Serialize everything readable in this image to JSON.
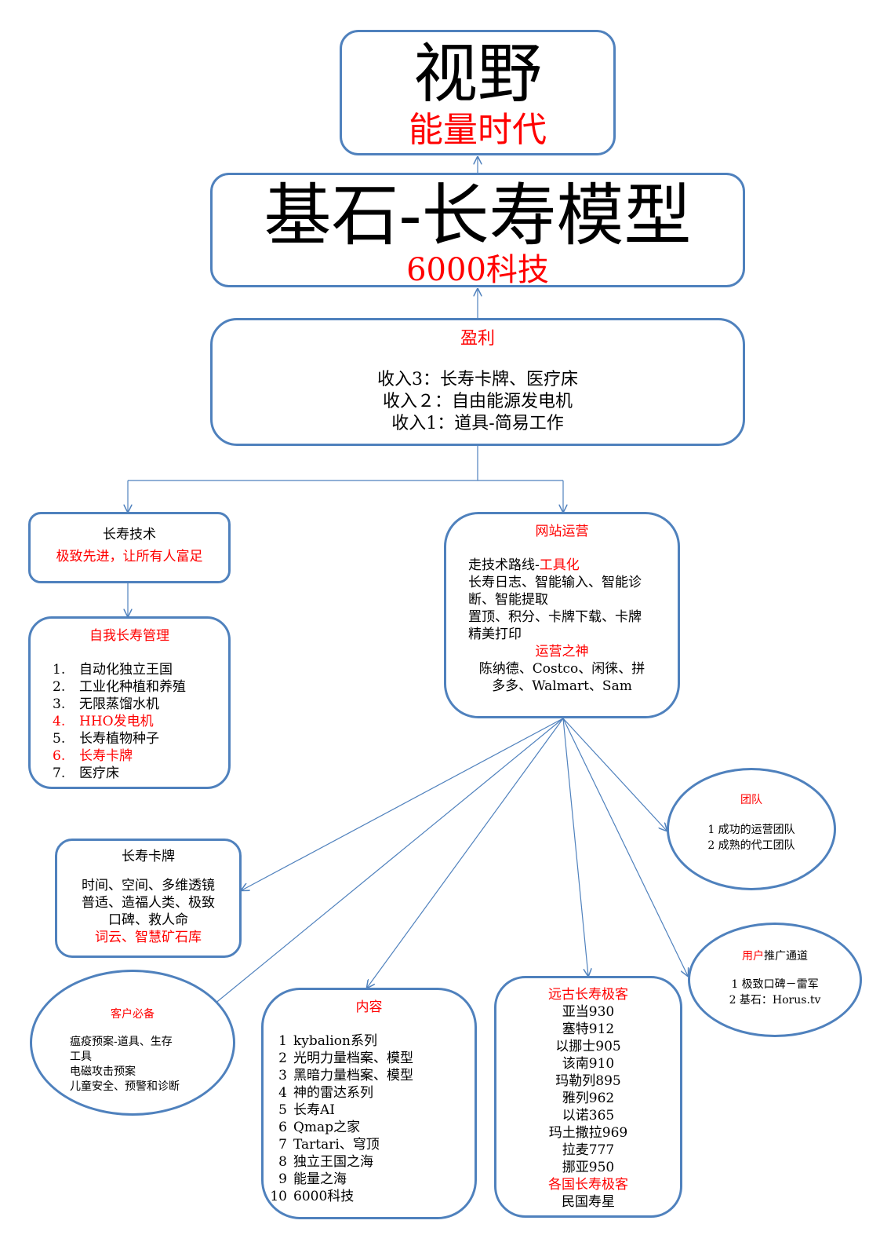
{
  "vision": {
    "title": "视野",
    "subtitle": "能量时代"
  },
  "foundation": {
    "title": "基石-长寿模型",
    "subtitle": "6000科技"
  },
  "profit": {
    "title": "盈利",
    "lines": [
      "收入3：长寿卡牌、医疗床",
      "收入２：自由能源发电机",
      "收入1：道具-简易工作"
    ]
  },
  "tech": {
    "title": "长寿技术",
    "subtitle": "极致先进，让所有人富足"
  },
  "self_mgmt": {
    "title": "自我长寿管理",
    "items": [
      {
        "num": "1.",
        "text": "自动化独立王国",
        "red": false
      },
      {
        "num": "2.",
        "text": "工业化种植和养殖",
        "red": false
      },
      {
        "num": "3.",
        "text": "无限蒸馏水机",
        "red": false
      },
      {
        "num": "4.",
        "text": "HHO发电机",
        "red": true
      },
      {
        "num": "5.",
        "text": "长寿植物种子",
        "red": false
      },
      {
        "num": "6.",
        "text": "长寿卡牌",
        "red": true
      },
      {
        "num": "7.",
        "text": "医疗床",
        "red": false
      }
    ]
  },
  "web_ops": {
    "title": "网站运营",
    "route_prefix": "走技术路线-",
    "route_highlight": "工具化",
    "line1": "长寿日志、智能输入、智能诊",
    "line2": "断、智能提取",
    "line3": "置顶、积分、卡牌下载、卡牌",
    "line4": "精美打印",
    "god_title": "运营之神",
    "god_line1": "陈纳德、Costco、闲徕、拼",
    "god_line2": "多多、Walmart、Sam"
  },
  "team": {
    "title": "团队",
    "items": [
      "1 成功的运营团队",
      "2 成熟的代工团队"
    ]
  },
  "cards": {
    "title": "长寿卡牌",
    "line1": "时间、空间、多维透镜",
    "line2": "普适、造福人类、极致",
    "line3": "口碑、救人命",
    "highlight": "词云、智慧矿石库"
  },
  "promo": {
    "title_red": "用户",
    "title_rest": "推广通道",
    "items": [
      "1 极致口碑－雷军",
      "2 基石：Horus.tv"
    ]
  },
  "customer": {
    "title": "客户必备",
    "line1": "瘟疫预案-道具、生存",
    "line2": "工具",
    "line3": "电磁攻击预案",
    "line4": "儿童安全、预警和诊断"
  },
  "content": {
    "title": "内容",
    "items": [
      {
        "num": "1",
        "text": "kybalion系列"
      },
      {
        "num": "2",
        "text": "光明力量档案、模型"
      },
      {
        "num": "3",
        "text": "黑暗力量档案、模型"
      },
      {
        "num": "4",
        "text": "神的雷达系列"
      },
      {
        "num": "5",
        "text": "长寿AI"
      },
      {
        "num": "6",
        "text": "Qmap之家"
      },
      {
        "num": "7",
        "text": "Tartari、穹顶"
      },
      {
        "num": "8",
        "text": "独立王国之海"
      },
      {
        "num": "9",
        "text": "能量之海"
      },
      {
        "num": "10",
        "text": "6000科技"
      }
    ]
  },
  "ancient": {
    "title": "远古长寿极客",
    "names": [
      "亚当930",
      "塞特912",
      "以挪士905",
      "该南910",
      "玛勒列895",
      "雅列962",
      "以诺365",
      "玛土撒拉969",
      "拉麦777",
      "挪亚950"
    ],
    "nations_title": "各国长寿极客",
    "nations": "民国寿星"
  },
  "colors": {
    "border": "#4f81bd",
    "accent": "#ff0000"
  }
}
